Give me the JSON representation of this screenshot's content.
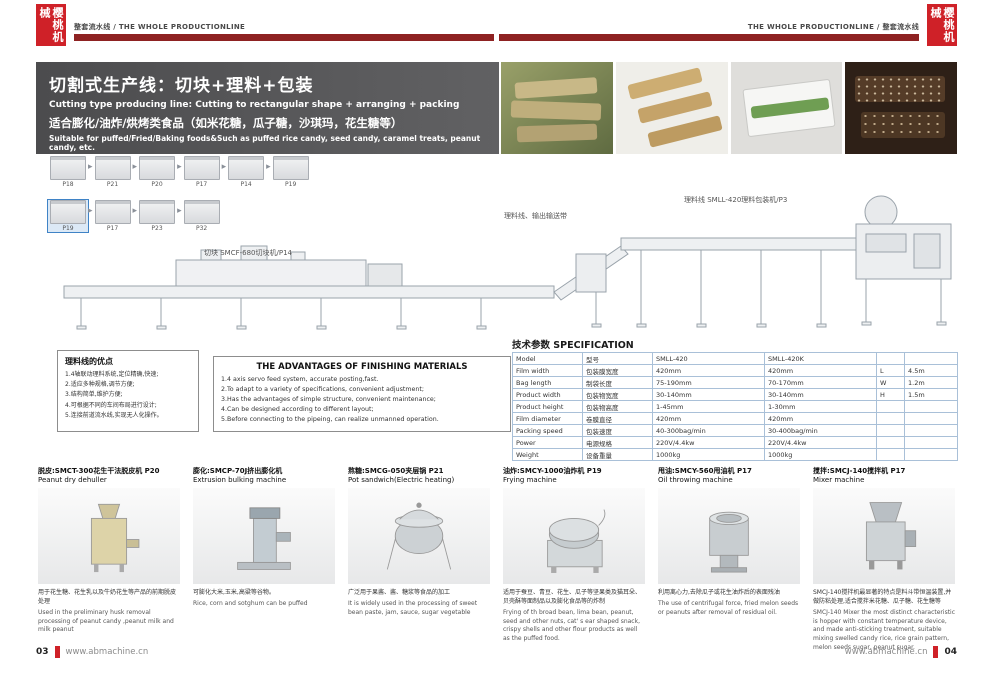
{
  "header": {
    "stamp_text": "樱桃机械",
    "left_label": "整套流水线 / THE WHOLE PRODUCTIONLINE",
    "right_label": "THE WHOLE PRODUCTIONLINE / 整套流水线"
  },
  "banner": {
    "title_cn": "切割式生产线：切块+理料+包装",
    "title_en": "Cutting type producing line:  Cutting to rectangular shape + arranging + packing",
    "subtitle_cn": "适合膨化/油炸/烘烤类食品（如米花糖，瓜子糖，沙琪玛，花生糖等）",
    "subtitle_en": "Suitable for puffed/Fried/Baking foods&Such as puffed rice candy, seed candy, caramel treats, peanut candy, etc."
  },
  "flow": {
    "row1": [
      "P18",
      "P21",
      "P20",
      "P17",
      "P14",
      "P19"
    ],
    "row2": [
      "P19",
      "P17",
      "P23",
      "P32"
    ]
  },
  "diagram": {
    "cutter_label": "切块 SMCF-680切块机/P14",
    "conveyor_label": "理料线、输出输送带",
    "packer_label": "理料线  SMLL-420理料包装机/P3"
  },
  "advantages_cn": {
    "title": "理料线的优点",
    "items": [
      "1.4轴联动理料系统,定位精确,快速;",
      "2.适应多种规格,调节方便;",
      "3.结构简单,维护方便;",
      "4.可根据不同的车间布局进行设计;",
      "5.连接前道流水线,实现无人化操作。"
    ]
  },
  "advantages_en": {
    "title": "THE ADVANTAGES OF FINISHING MATERIALS",
    "items": [
      "1.4 axis servo feed system, accurate posting,fast.",
      "2.To adapt to a variety of specifications, convenient adjustment;",
      "3.Has the advantages of simple structure, convenient maintenance;",
      "4.Can be designed according to different layout;",
      "5.Before connecting to the pipeing, can realize unmanned operation."
    ]
  },
  "spec": {
    "title": "技术参数 SPECIFICATION",
    "rows": [
      {
        "en": "Model",
        "cn": "型号",
        "v1": "SMLL-420",
        "v2": "SMLL-420K",
        "k": "",
        "kv": ""
      },
      {
        "en": "Film width",
        "cn": "包装膜宽度",
        "v1": "420mm",
        "v2": "420mm",
        "k": "L",
        "kv": "4.5m"
      },
      {
        "en": "Bag length",
        "cn": "制袋长度",
        "v1": "75-190mm",
        "v2": "70-170mm",
        "k": "W",
        "kv": "1.2m"
      },
      {
        "en": "Product width",
        "cn": "包装物宽度",
        "v1": "30-140mm",
        "v2": "30-140mm",
        "k": "H",
        "kv": "1.5m"
      },
      {
        "en": "Product height",
        "cn": "包装物高度",
        "v1": "1-45mm",
        "v2": "1-30mm",
        "k": "",
        "kv": ""
      },
      {
        "en": "Film diameter",
        "cn": "卷膜直径",
        "v1": "420mm",
        "v2": "420mm",
        "k": "",
        "kv": ""
      },
      {
        "en": "Packing speed",
        "cn": "包装速度",
        "v1": "40-300bag/min",
        "v2": "30-400bag/min",
        "k": "",
        "kv": ""
      },
      {
        "en": "Power",
        "cn": "电源规格",
        "v1": "220V/4.4kw",
        "v2": "220V/4.4kw",
        "k": "",
        "kv": ""
      },
      {
        "en": "Weight",
        "cn": "设备重量",
        "v1": "1000kg",
        "v2": "1000kg",
        "k": "",
        "kv": ""
      }
    ]
  },
  "machines": [
    {
      "title_cn": "脱皮:SMCT-300花生干法脱皮机 P20",
      "title_en": "Peanut dry dehuller",
      "desc_cn": "用于花生糖、花生乳以及牛奶花生等产品的前期脱皮处理",
      "desc_en": "Used in the preliminary husk removal processing of peanut candy ,peanut milk and milk peanut"
    },
    {
      "title_cn": "膨化:SMCP-70J挤出膨化机",
      "title_en": "Extrusion bulking machine",
      "desc_cn": "可膨化大米,玉米,高粱等谷物。",
      "desc_en": "Rice, corn and sotghum can be puffed"
    },
    {
      "title_cn": "熬糖:SMCG-050夹层锅 P21",
      "title_en": "Pot sandwich(Electric heating)",
      "desc_cn": "广泛用于果酱、酱、糖浆等食品的加工",
      "desc_en": "It is widely used in the processing of sweet bean paste, jam, sauce, sugar vegetable"
    },
    {
      "title_cn": "油炸:SMCY-1000油炸机 P19",
      "title_en": "Frying machine",
      "desc_cn": "适用于蚕豆、青豆、花生、瓜子等坚果类及猫耳朵、贝壳酥等面制品以及膨化食品等的炸制",
      "desc_en": "Frying of th broad bean, lima bean, peanut, seed and other nuts, cat' s ear shaped snack, crispy shells and other flour products as well as the puffed food."
    },
    {
      "title_cn": "甩油:SMCY-560甩油机 P17",
      "title_en": "Oil throwing machine",
      "desc_cn": "利用离心力,去除瓜子或花生油炸后的表面残油",
      "desc_en": "The use of centrifugal force, fried melon seeds or peanuts after removal of residual oil."
    },
    {
      "title_cn": "搅拌:SMCJ-140搅拌机 P17",
      "title_en": "Mixer machine",
      "desc_cn": "SMCJ-140搅拌机最显著的特点是料斗带恒温装置,并做防粘处理,适合搅拌米花糖、瓜子糖、花生糖等",
      "desc_en": "SMCJ-140 Mixer the most distinct characteristic is hopper with constant temperature device, and made anti-sticking treatment, suitable mixing swelled candy rice, rice grain pattern, melon seeds sugar, peanut sugar."
    }
  ],
  "footer": {
    "page_left": "03",
    "page_right": "04",
    "site": "www.abmachine.cn"
  }
}
